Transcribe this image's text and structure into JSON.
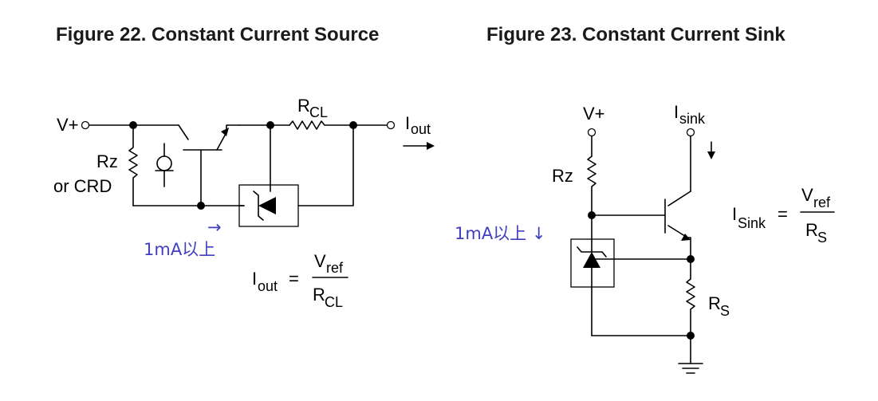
{
  "figures": [
    {
      "title": "Figure 22. Constant Current Source",
      "labels": {
        "vplus": "V+",
        "rcl_main": "R",
        "rcl_sub": "CL",
        "iout_main": "I",
        "iout_sub": "out",
        "rz": "Rz",
        "or_crd": "or CRD",
        "arrow_right": "→",
        "current_note": "1mA以上"
      },
      "formula": {
        "lhs_main": "I",
        "lhs_sub": "out",
        "equals": "=",
        "num_main": "V",
        "num_sub": "ref",
        "den_main": "R",
        "den_sub": "CL"
      }
    },
    {
      "title": "Figure 23. Constant Current Sink",
      "labels": {
        "vplus": "V+",
        "isink_main": "I",
        "isink_sub": "sink",
        "rz": "Rz",
        "current_note": "1mA以上 ↓",
        "rs_main": "R",
        "rs_sub": "S"
      },
      "formula": {
        "lhs_main": "I",
        "lhs_sub": "Sink",
        "equals": "=",
        "num_main": "V",
        "num_sub": "ref",
        "den_main": "R",
        "den_sub": "S"
      }
    }
  ],
  "colors": {
    "annotation": "#3f3fbf",
    "wire": "#000000"
  }
}
